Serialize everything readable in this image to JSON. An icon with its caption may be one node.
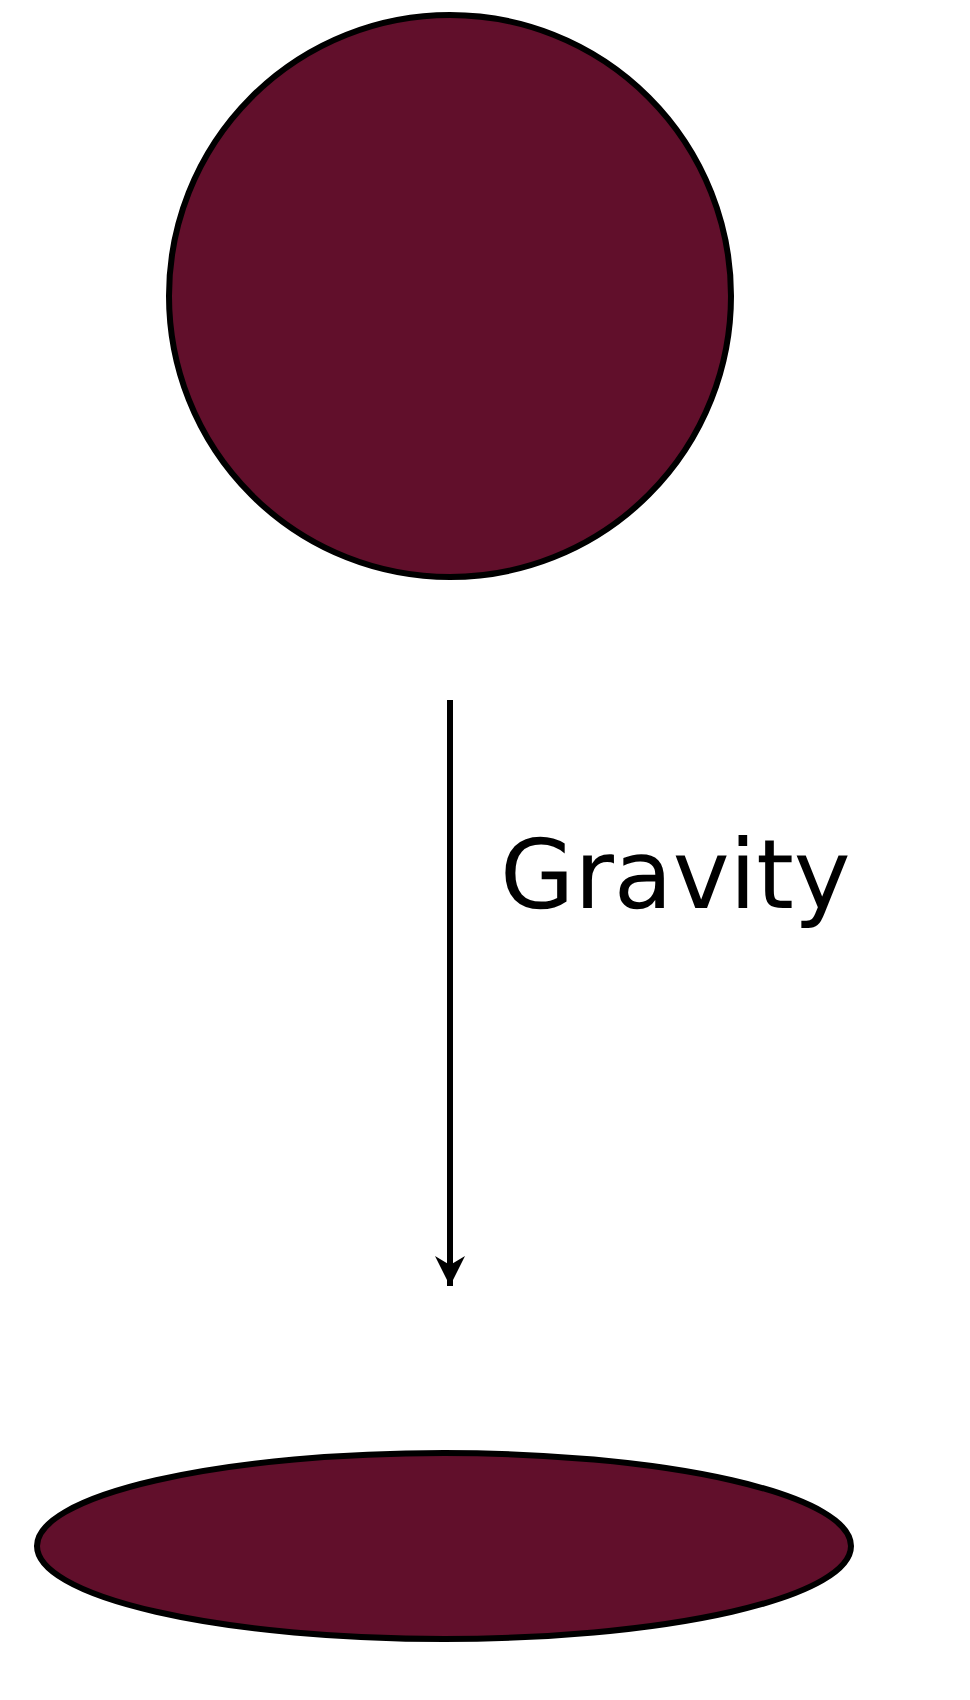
{
  "diagram": {
    "nodes": [
      {
        "text": [],
        "shape": "circle"
      },
      {
        "text": [],
        "shape": "ellipse"
      }
    ],
    "edges": [
      {
        "from": 0,
        "to": 1,
        "arrow": "to",
        "label": "Gravity"
      }
    ]
  }
}
